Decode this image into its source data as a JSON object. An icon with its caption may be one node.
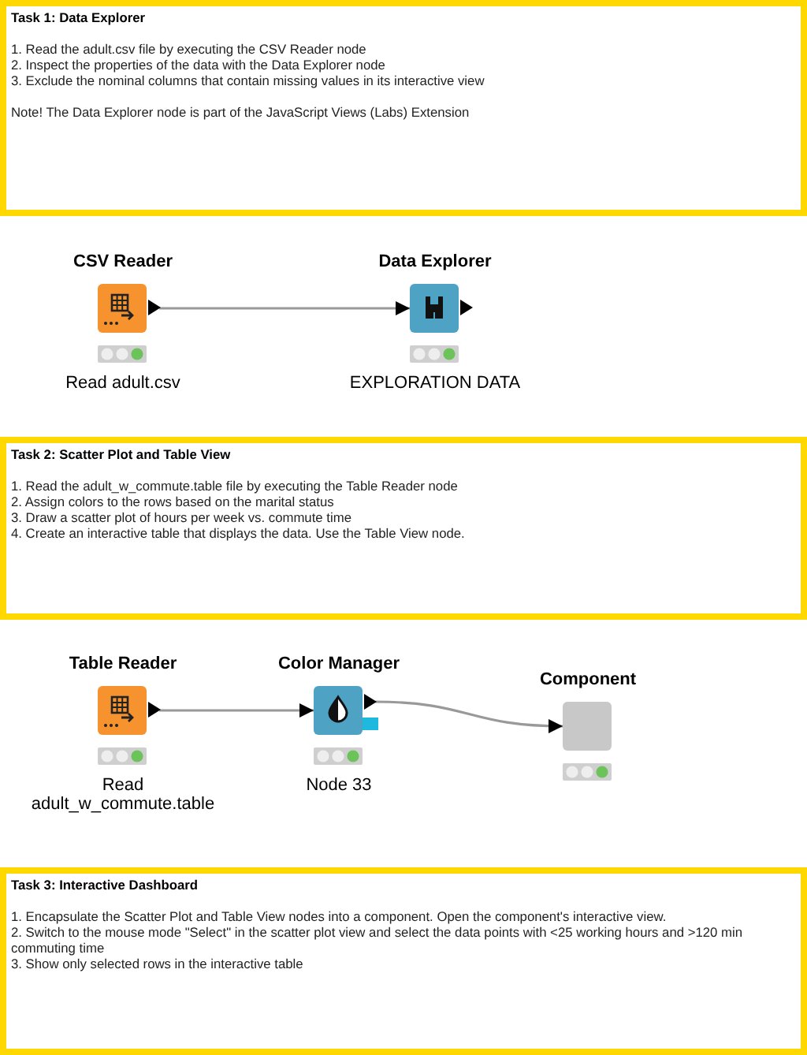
{
  "diagram": {
    "nodes": [
      {
        "text": [
          "Task 1: Data Explorer",
          "1. Read the adult.csv file by executing the CSV Reader node",
          "2. Inspect the properties of the data with the Data Explorer node",
          "3. Exclude the nominal columns that contain missing values in its interactive view",
          "Note! The Data Explorer node is part of the JavaScript Views (Labs) Extension"
        ]
      },
      {
        "text": [
          "CSV Reader"
        ],
        "beside": [
          "Read adult.csv"
        ]
      },
      {
        "text": [
          "Data Explorer"
        ],
        "beside": [
          "EXPLORATION DATA"
        ]
      },
      {
        "text": [
          "Task 2: Scatter Plot and Table View",
          "1. Read the adult_w_commute.table file by executing the Table Reader node",
          "2. Assign colors to the rows based on the marital status",
          "3. Draw a scatter plot of hours per week vs. commute time",
          "4. Create an interactive table that displays the data. Use the Table View node."
        ]
      },
      {
        "text": [
          "Table Reader"
        ],
        "beside": [
          "Read adult_w_commute.table"
        ]
      },
      {
        "text": [
          "Color Manager"
        ],
        "beside": [
          "Node 33"
        ]
      },
      {
        "text": [
          "Component"
        ]
      },
      {
        "text": [
          "Task 3: Interactive Dashboard",
          "1. Encapsulate the Scatter Plot and Table View nodes into a component. Open the component's interactive view.",
          "2. Switch to the mouse mode \"Select\" in the scatter plot view and select the data points with <25 working hours and >120 min commuting time",
          "3. Show only selected rows in the interactive table"
        ]
      }
    ],
    "edges": [
      {
        "from": 1,
        "to": 2,
        "arrow": "to"
      },
      {
        "from": 4,
        "to": 5,
        "arrow": "to"
      },
      {
        "from": 5,
        "to": 6,
        "arrow": "to"
      }
    ]
  }
}
